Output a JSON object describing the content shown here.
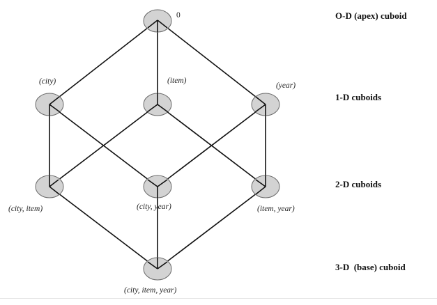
{
  "nodes": {
    "apex": "0",
    "city": "(city)",
    "item": "(item)",
    "year": "(year)",
    "city_item": "(city, item)",
    "city_year": "(city, year)",
    "item_year": "(item, year)",
    "city_item_year": "(city, item, year)"
  },
  "levels": {
    "apex": "O-D (apex) cuboid",
    "one_d": "1-D cuboids",
    "two_d": "2-D cuboids",
    "base": "3-D  (base) cuboid"
  }
}
